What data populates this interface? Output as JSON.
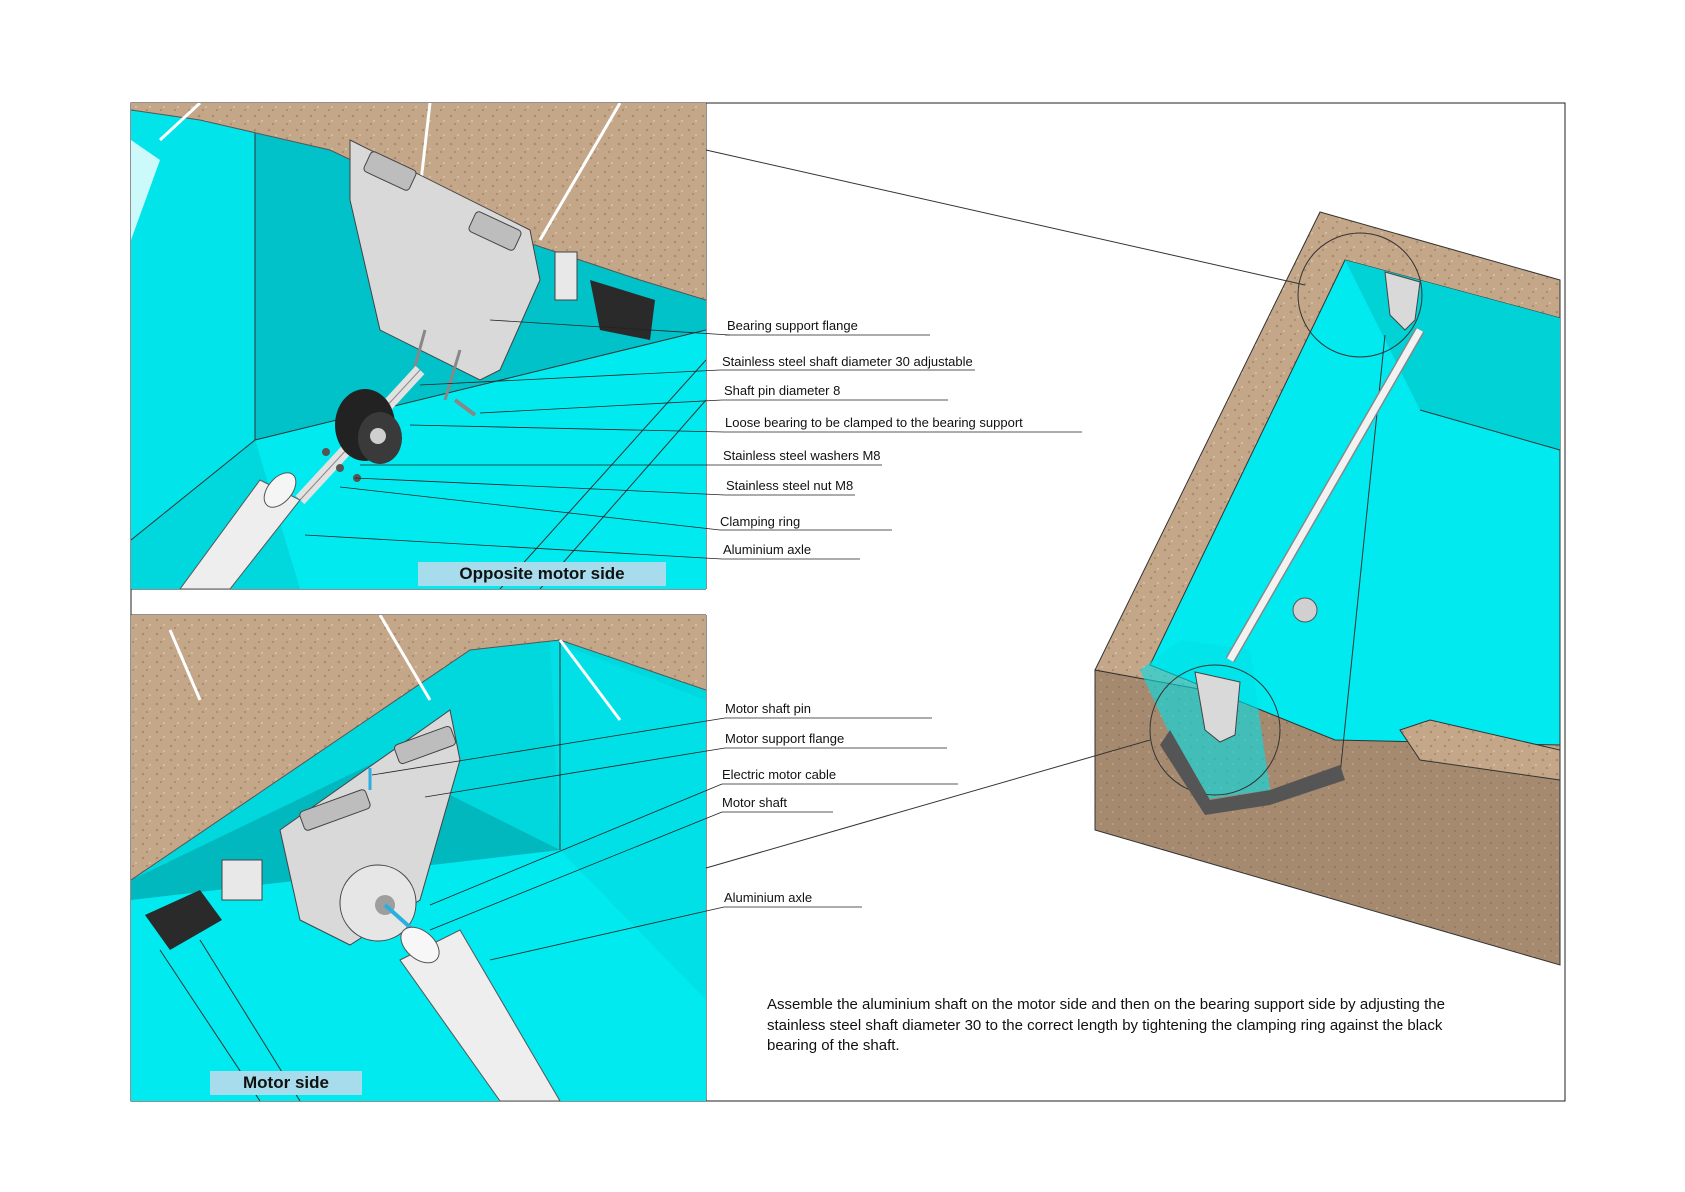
{
  "top_view": {
    "tag": "Opposite motor side",
    "labels": [
      "Bearing support flange",
      "Stainless steel shaft diameter 30 adjustable",
      "Shaft pin diameter 8",
      "Loose bearing to be clamped to the bearing support",
      "Stainless steel washers M8",
      "Stainless steel nut M8",
      "Clamping ring",
      "Aluminium axle"
    ]
  },
  "bottom_view": {
    "tag": "Motor side",
    "labels": [
      "Motor shaft pin",
      "Motor support flange",
      "Electric motor cable",
      "Motor shaft",
      "Aluminium axle"
    ]
  },
  "instructions": "Assemble the aluminium shaft on the motor side and then on the bearing support side by adjusting the stainless steel shaft diameter 30 to the correct length by tightening the clamping ring against the black bearing of the shaft.",
  "colors": {
    "water": "#00e8ee",
    "water_shade": "#00c8cc",
    "stone": "#c4a688",
    "soil": "#a58a70",
    "metal": "#d8d8d8",
    "tag_bg": "#a6dcec"
  }
}
